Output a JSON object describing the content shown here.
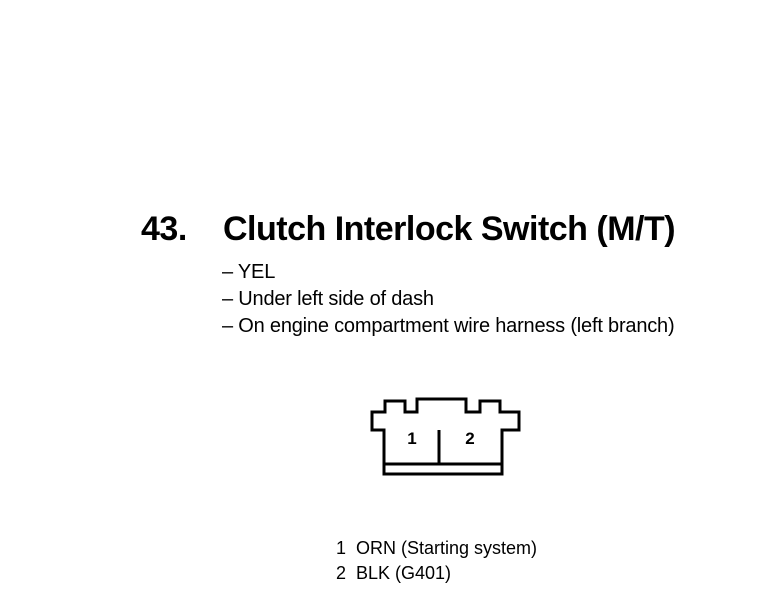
{
  "heading": {
    "number": "43.",
    "title": "Clutch Interlock Switch (M/T)"
  },
  "details": [
    "– YEL",
    "– Under left side of dash",
    "– On engine compartment wire harness (left branch)"
  ],
  "connector": {
    "terminals": [
      "1",
      "2"
    ]
  },
  "pins": [
    {
      "number": "1",
      "description": "ORN (Starting system)"
    },
    {
      "number": "2",
      "description": "BLK (G401)"
    }
  ]
}
